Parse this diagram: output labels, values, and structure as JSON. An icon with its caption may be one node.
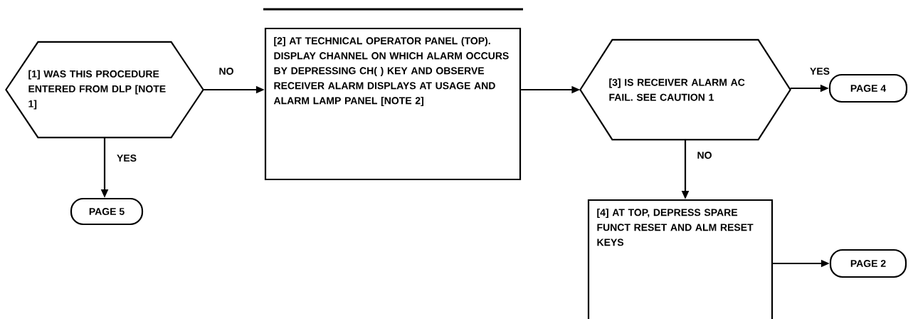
{
  "diagram": {
    "nodes": [
      {
        "text": [
          "[1] WAS THIS PROCEDURE ENTERED FROM DLP [NOTE 1]"
        ]
      },
      {
        "text": [
          "PAGE 5"
        ]
      },
      {
        "text": [
          "[2] AT TECHNICAL OPERATOR PANEL (TOP). DISPLAY CHANNEL ON WHICH ALARM OCCURS BY DEPRESSING CH( ) KEY AND OBSERVE RECEIVER ALARM DISPLAYS AT USAGE AND ALARM LAMP PANEL [NOTE 2]"
        ]
      },
      {
        "text": [
          "[3] IS RECEIVER ALARM AC FAIL. SEE CAUTION 1"
        ]
      },
      {
        "text": [
          "PAGE 4"
        ]
      },
      {
        "text": [
          "[4] AT TOP, DEPRESS SPARE FUNCT RESET AND ALM RESET KEYS"
        ]
      },
      {
        "text": [
          "PAGE 2"
        ]
      }
    ],
    "edges": [
      {
        "from": 0,
        "to": 2,
        "arrow": "to",
        "label": "NO"
      },
      {
        "from": 0,
        "to": 1,
        "arrow": "to",
        "label": "YES"
      },
      {
        "from": 2,
        "to": 3,
        "arrow": "to"
      },
      {
        "from": 3,
        "to": 4,
        "arrow": "to",
        "label": "YES"
      },
      {
        "from": 3,
        "to": 5,
        "arrow": "to",
        "label": "NO"
      },
      {
        "from": 5,
        "to": 6,
        "arrow": "to"
      }
    ]
  }
}
